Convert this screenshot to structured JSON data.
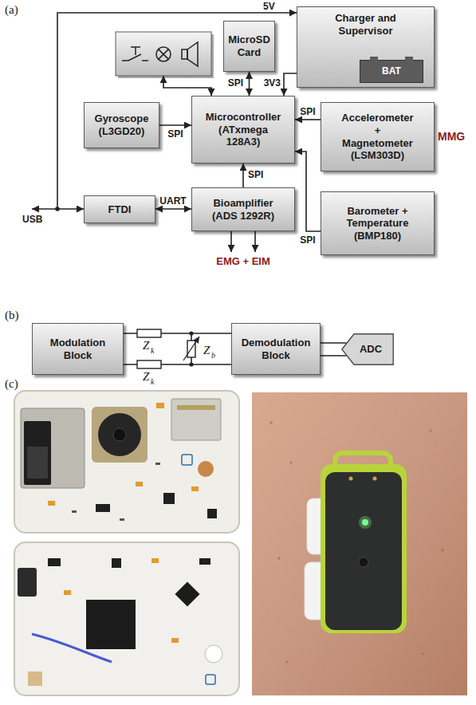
{
  "diagram": {
    "nodes": [
      {
        "text": [
          "MicroSD Card"
        ]
      },
      {
        "text": [
          "Charger and Supervisor"
        ]
      },
      {
        "text": [
          "BAT"
        ],
        "in": 1
      },
      {
        "text": [
          "Gyroscope (L3GD20)"
        ]
      },
      {
        "text": [
          "Microcontroller (ATxmega 128A3)"
        ]
      },
      {
        "text": [
          "Accelerometer + Magnetometer (LSM303D)"
        ]
      },
      {
        "text": [
          "FTDI"
        ]
      },
      {
        "text": [
          "Bioamplifier (ADS 1292R)"
        ]
      },
      {
        "text": [
          "Barometer + Temperature (BMP180)"
        ]
      },
      {
        "text": [
          "Modulation Block"
        ]
      },
      {
        "text": [
          "Demodulation Block"
        ]
      },
      {
        "text": [
          "ADC"
        ]
      }
    ],
    "edges": [
      {
        "from": 0,
        "to": 4,
        "label": "SPI",
        "arrow": "both"
      },
      {
        "from": 1,
        "to": 4,
        "label": "3V3",
        "arrow": "to"
      },
      {
        "from": 3,
        "to": 4,
        "label": "SPI",
        "arrow": "to"
      },
      {
        "from": 5,
        "to": 4,
        "label": "SPI",
        "arrow": "to"
      },
      {
        "from": 8,
        "to": 4,
        "label": "SPI",
        "arrow": "to"
      },
      {
        "from": 7,
        "to": 4,
        "label": "SPI",
        "arrow": "to"
      },
      {
        "from": 6,
        "to": 7,
        "label": "UART",
        "arrow": "both"
      },
      {
        "from": 9,
        "to": 10,
        "arrow": "none"
      },
      {
        "from": 9,
        "to": 10,
        "arrow": "none"
      },
      {
        "from": 10,
        "to": 11,
        "arrow": "none"
      },
      {
        "from": 10,
        "to": 11,
        "arrow": "none"
      }
    ],
    "labels": [
      "(a)",
      "5V",
      "USB",
      "EMG + EIM",
      "MMG",
      "(b)",
      "Z",
      "k",
      "Z",
      "k",
      "Z",
      "b",
      "(c)"
    ]
  }
}
